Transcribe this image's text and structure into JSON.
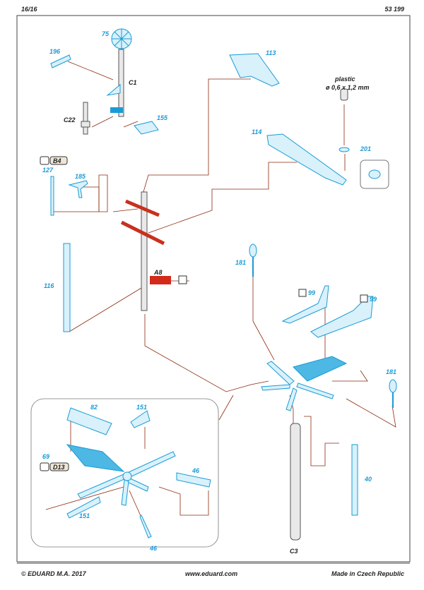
{
  "header": {
    "page": "16/16",
    "code": "53 199"
  },
  "footer": {
    "copyright": "© EDUARD  M.A. 2017",
    "website": "www.eduard.com",
    "origin": "Made in Czech Republic"
  },
  "note": {
    "material": "plastic",
    "size": "ø 0,6 x 1,2 mm"
  },
  "labels": {
    "p75": "75",
    "p196": "196",
    "c1": "C1",
    "c22": "C22",
    "p155": "155",
    "p113": "113",
    "p114": "114",
    "p201": "201",
    "b4": "B4",
    "p127": "127",
    "p185": "185",
    "p116": "116",
    "a8": "A8",
    "p181a": "181",
    "p99a": "99",
    "p99b": "99",
    "p181b": "181",
    "p82": "82",
    "p151a": "151",
    "p69": "69",
    "d13": "D13",
    "p46a": "46",
    "p151b": "151",
    "p46b": "46",
    "p40": "40",
    "c3": "C3"
  }
}
